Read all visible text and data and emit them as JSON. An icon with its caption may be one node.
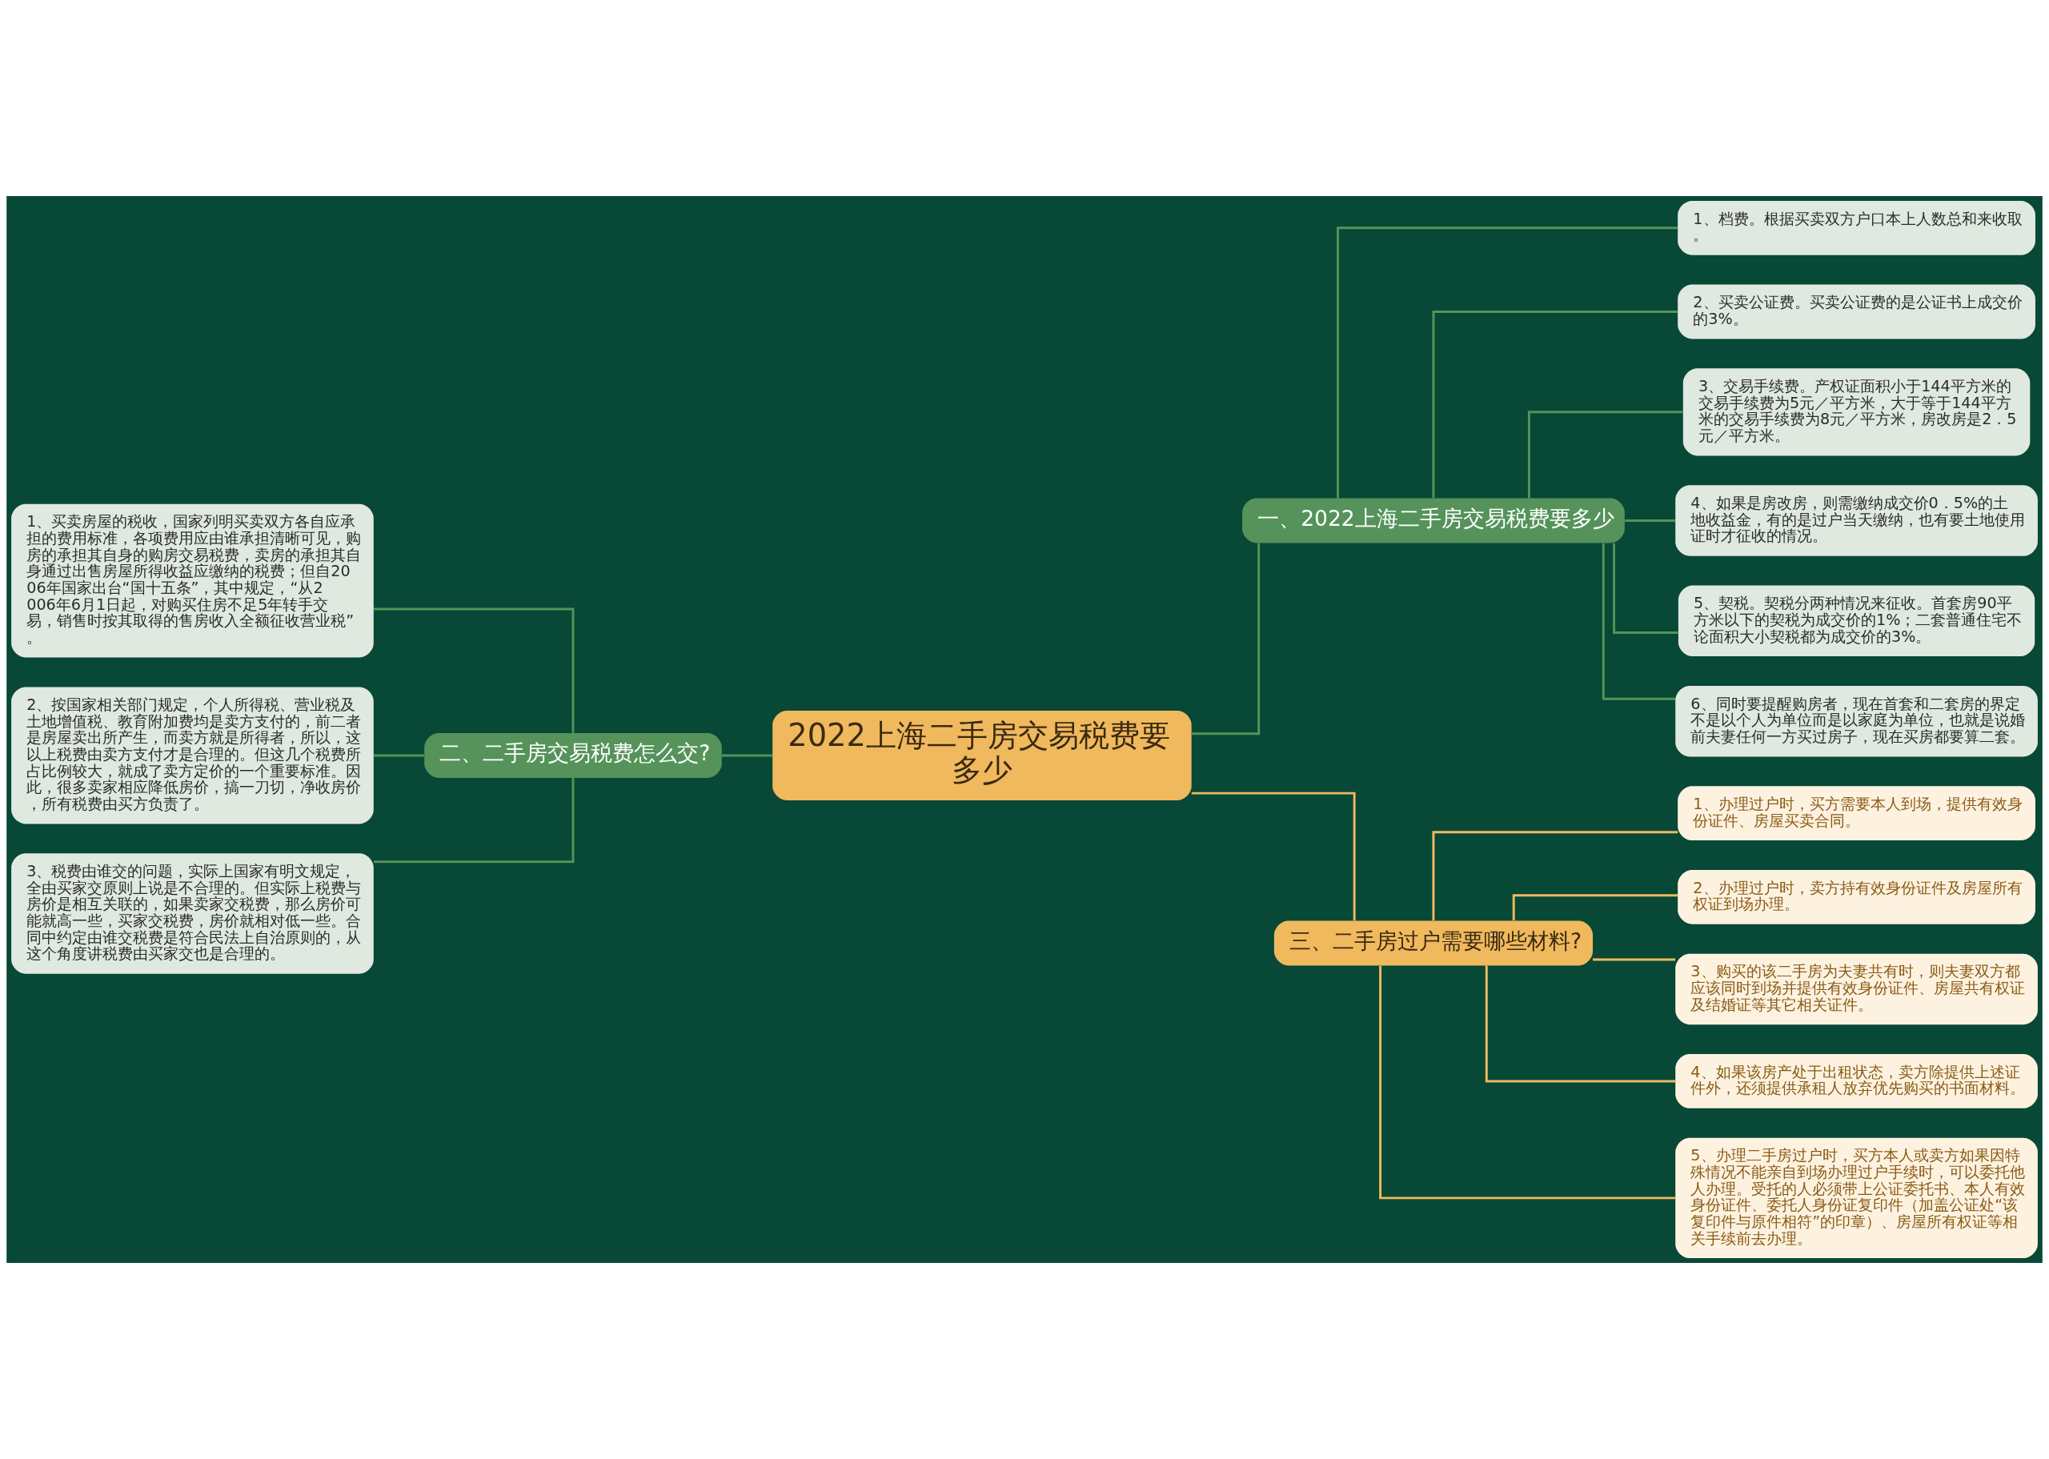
{
  "diagram": {
    "nodes": [
      {
        "text": [
          "2022上海二手房交易税费要多少"
        ]
      },
      {
        "text": [
          "一、2022上海二手房交易税费要多少"
        ]
      },
      {
        "text": [
          "1、档费。根据买卖双方户口本上人数总和来收取。"
        ]
      },
      {
        "text": [
          "2、买卖公证费。买卖公证费的是公证书上成交价的3%。"
        ]
      },
      {
        "text": [
          "3、交易手续费。产权证面积小于144平方米的交易手续费为5元／平方米，大于等于144平方米的交易手续费为8元／平方米，房改房是2．5元／平方米。"
        ]
      },
      {
        "text": [
          "4、如果是房改房，则需缴纳成交价0．5%的土地收益金，有的是过户当天缴纳，也有要土地使用证时才征收的情况。"
        ]
      },
      {
        "text": [
          "5、契税。契税分两种情况来征收。首套房90平方米以下的契税为成交价的1%；二套普通住宅不论面积大小契税都为成交价的3%。"
        ]
      },
      {
        "text": [
          "6、同时要提醒购房者，现在首套和二套房的界定不是以个人为单位而是以家庭为单位，也就是说婚前夫妻任何一方买过房子，现在买房都要算二套。"
        ]
      },
      {
        "text": [
          "二、二手房交易税费怎么交?"
        ]
      },
      {
        "text": [
          "1、买卖房屋的税收，国家列明买卖双方各自应承担的费用标准，各项费用应由谁承担清晰可见，购房的承担其自身的购房交易税费，卖房的承担其自身通过出售房屋所得收益应缴纳的税费；但自2006年国家出台“国十五条”，其中规定，“从2006年6月1日起，对购买住房不足5年转手交易，销售时按其取得的售房收入全额征收营业税”。"
        ]
      },
      {
        "text": [
          "2、按国家相关部门规定，个人所得税、营业税及土地增值税、教育附加费均是卖方支付的，前二者是房屋卖出所产生，而卖方就是所得者，所以，这以上税费由卖方支付才是合理的。但这几个税费所占比例较大，就成了卖方定价的一个重要标准。因此，很多卖家相应降低房价，搞一刀切，净收房价，所有税费由买方负责了。"
        ]
      },
      {
        "text": [
          "3、税费由谁交的问题，实际上国家有明文规定，全由买家交原则上说是不合理的。但实际上税费与房价是相互关联的，如果卖家交税费，那么房价可能就高一些，买家交税费，房价就相对低一些。合同中约定由谁交税费是符合民法上自治原则的，从这个角度讲税费由买家交也是合理的。"
        ]
      },
      {
        "text": [
          "三、二手房过户需要哪些材料?"
        ]
      },
      {
        "text": [
          "1、办理过户时，买方需要本人到场，提供有效身份证件、房屋买卖合同。"
        ]
      },
      {
        "text": [
          "2、办理过户时，卖方持有效身份证件及房屋所有权证到场办理。"
        ]
      },
      {
        "text": [
          "3、购买的该二手房为夫妻共有时，则夫妻双方都应该同时到场并提供有效身份证件、房屋共有权证及结婚证等其它相关证件。"
        ]
      },
      {
        "text": [
          "4、如果该房产处于出租状态，卖方除提供上述证件外，还须提供承租人放弃优先购买的书面材料。"
        ]
      },
      {
        "text": [
          "5、办理二手房过户时，买方本人或卖方如果因特殊情况不能亲自到场办理过户手续时，可以委托他人办理。受托的人必须带上公证委托书、本人有效身份证件、委托人身份证复印件（加盖公证处“该复印件与原件相符”的印章）、房屋所有权证等相关手续前去办理。"
        ]
      }
    ],
    "edges": [
      {
        "from": 0,
        "to": 1,
        "arrow": "none"
      },
      {
        "from": 1,
        "to": 2,
        "arrow": "none"
      },
      {
        "from": 1,
        "to": 3,
        "arrow": "none"
      },
      {
        "from": 1,
        "to": 4,
        "arrow": "none"
      },
      {
        "from": 1,
        "to": 5,
        "arrow": "none"
      },
      {
        "from": 1,
        "to": 6,
        "arrow": "none"
      },
      {
        "from": 1,
        "to": 7,
        "arrow": "none"
      },
      {
        "from": 0,
        "to": 8,
        "arrow": "none"
      },
      {
        "from": 8,
        "to": 9,
        "arrow": "none"
      },
      {
        "from": 8,
        "to": 10,
        "arrow": "none"
      },
      {
        "from": 8,
        "to": 11,
        "arrow": "none"
      },
      {
        "from": 0,
        "to": 12,
        "arrow": "none",
        "color": "#f0b95e"
      },
      {
        "from": 12,
        "to": 13,
        "arrow": "none",
        "color": "#f0b95e"
      },
      {
        "from": 12,
        "to": 14,
        "arrow": "none",
        "color": "#f0b95e"
      },
      {
        "from": 12,
        "to": 15,
        "arrow": "none",
        "color": "#f0b95e"
      },
      {
        "from": 12,
        "to": 16,
        "arrow": "none",
        "color": "#f0b95e"
      },
      {
        "from": 12,
        "to": 17,
        "arrow": "none",
        "color": "#f0b95e"
      }
    ]
  }
}
